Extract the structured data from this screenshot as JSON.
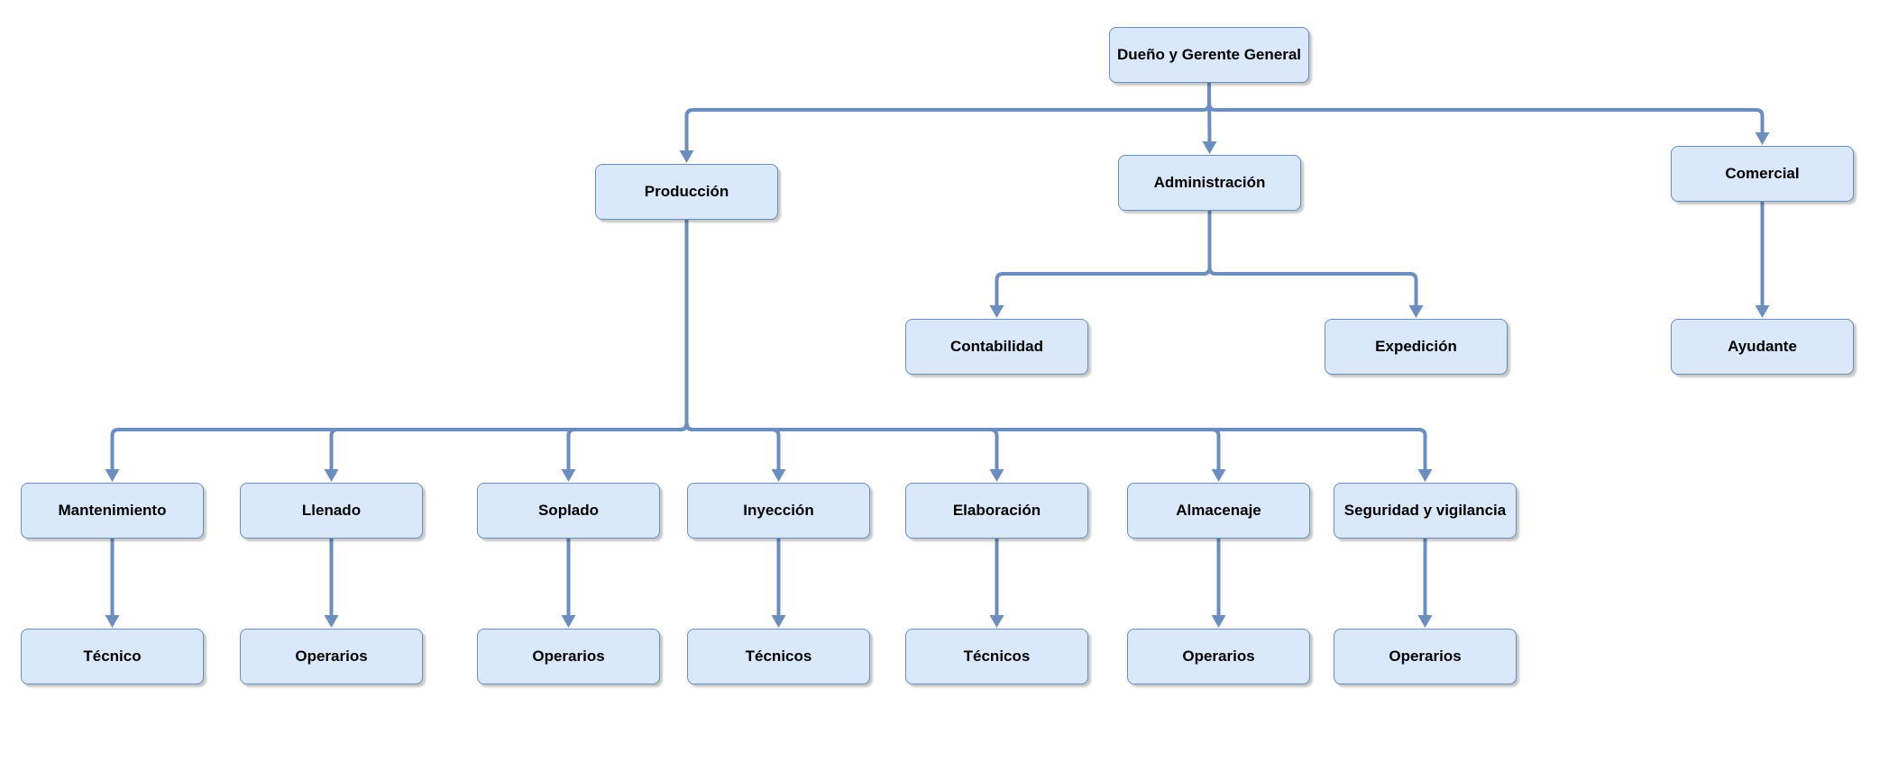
{
  "diagram": {
    "type": "org-chart",
    "colors": {
      "node_fill": "#dae8fc",
      "node_border": "#6c8ebf",
      "edge": "#6c8ebf",
      "text": "#000000"
    },
    "nodes": {
      "owner": "Dueño y Gerente General",
      "produccion": "Producción",
      "administracion": "Administración",
      "comercial": "Comercial",
      "contabilidad": "Contabilidad",
      "expedicion": "Expedición",
      "ayudante": "Ayudante",
      "mantenimiento": "Mantenimiento",
      "llenado": "Llenado",
      "soplado": "Soplado",
      "inyeccion": "Inyección",
      "elaboracion": "Elaboración",
      "almacenaje": "Almacenaje",
      "seguridad": "Seguridad y vigilancia",
      "tecnico_mant": "Técnico",
      "operarios_llenado": "Operarios",
      "operarios_soplado": "Operarios",
      "tecnicos_inyeccion": "Técnicos",
      "tecnicos_elaboracion": "Técnicos",
      "operarios_almacenaje": "Operarios",
      "operarios_seguridad": "Operarios"
    },
    "edges": [
      [
        "owner",
        "produccion"
      ],
      [
        "owner",
        "administracion"
      ],
      [
        "owner",
        "comercial"
      ],
      [
        "administracion",
        "contabilidad"
      ],
      [
        "administracion",
        "expedicion"
      ],
      [
        "comercial",
        "ayudante"
      ],
      [
        "produccion",
        "mantenimiento"
      ],
      [
        "produccion",
        "llenado"
      ],
      [
        "produccion",
        "soplado"
      ],
      [
        "produccion",
        "inyeccion"
      ],
      [
        "produccion",
        "elaboracion"
      ],
      [
        "produccion",
        "almacenaje"
      ],
      [
        "produccion",
        "seguridad"
      ],
      [
        "mantenimiento",
        "tecnico_mant"
      ],
      [
        "llenado",
        "operarios_llenado"
      ],
      [
        "soplado",
        "operarios_soplado"
      ],
      [
        "inyeccion",
        "tecnicos_inyeccion"
      ],
      [
        "elaboracion",
        "tecnicos_elaboracion"
      ],
      [
        "almacenaje",
        "operarios_almacenaje"
      ],
      [
        "seguridad",
        "operarios_seguridad"
      ]
    ]
  }
}
